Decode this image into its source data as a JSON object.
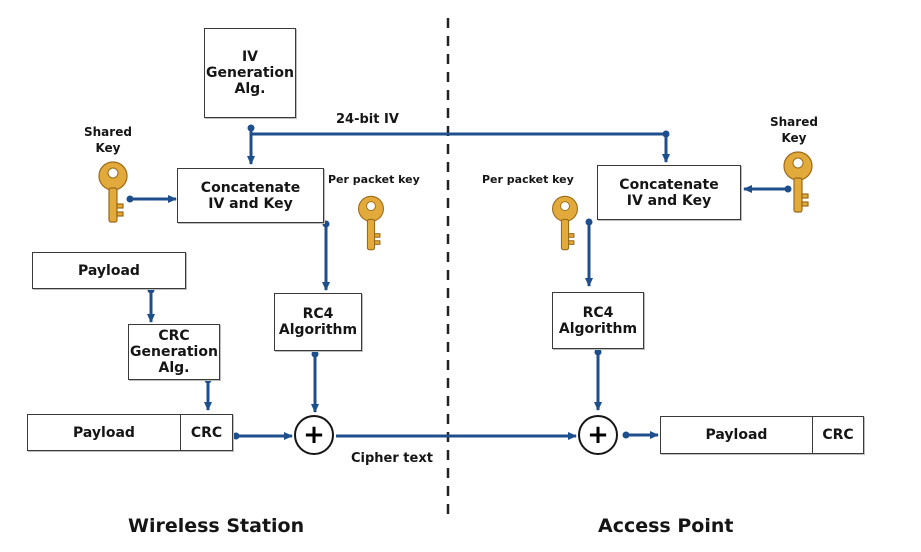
{
  "colors": {
    "arrow": "#1f4e8c",
    "key": "#e2a93b",
    "box_border": "#3a3a3a",
    "divider": "#222222"
  },
  "left": {
    "iv_gen": "IV\nGeneration\nAlg.",
    "concat": "Concatenate\nIV and Key",
    "shared_key": "Shared\nKey",
    "per_packet_key": "Per packet key",
    "rc4": "RC4\nAlgorithm",
    "payload_top": "Payload",
    "crc_gen": "CRC\nGeneration\nAlg.",
    "payload_bottom": "Payload",
    "crc_bottom": "CRC",
    "xor_symbol": "+",
    "section_title": "Wireless Station"
  },
  "middle": {
    "iv_label": "24-bit IV",
    "cipher_label": "Cipher text"
  },
  "right": {
    "shared_key": "Shared\nKey",
    "per_packet_key": "Per packet key",
    "concat": "Concatenate\nIV and Key",
    "rc4": "RC4\nAlgorithm",
    "xor_symbol": "+",
    "payload": "Payload",
    "crc": "CRC",
    "section_title": "Access Point"
  },
  "icons": [
    "key-icon",
    "arrow-icon",
    "xor-icon"
  ]
}
